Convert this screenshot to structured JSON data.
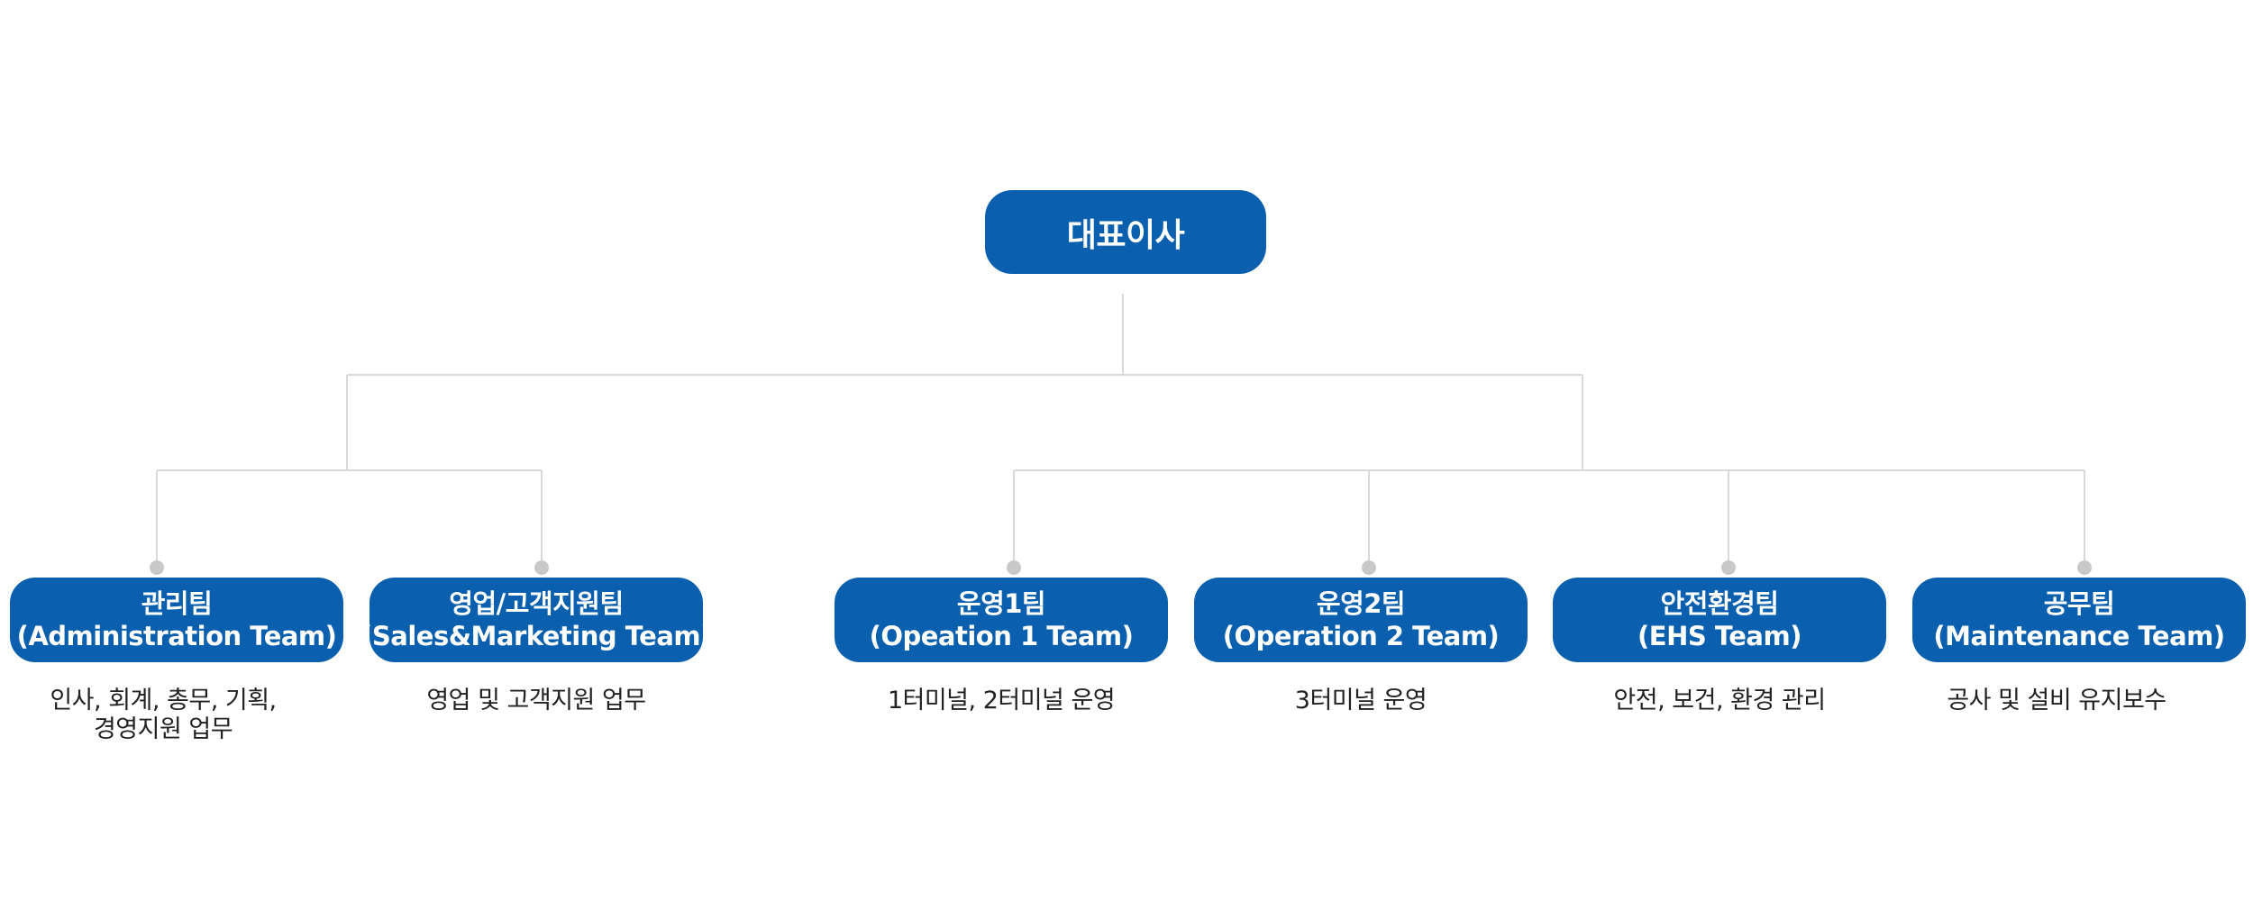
{
  "ceo": {
    "label": "대표이사"
  },
  "teams": [
    {
      "name_ko": "관리팀",
      "name_en": "(Administration Team)",
      "desc_lines": [
        "인사, 회계, 총무, 기획,",
        "경영지원 업무"
      ]
    },
    {
      "name_ko": "영업/고객지원팀",
      "name_en": "(Sales&Marketing Team)",
      "desc_lines": [
        "영업 및 고객지원 업무"
      ]
    },
    {
      "name_ko": "운영1팀",
      "name_en": "(Opeation 1 Team)",
      "desc_lines": [
        "1터미널, 2터미널 운영"
      ]
    },
    {
      "name_ko": "운영2팀",
      "name_en": "(Operation 2 Team)",
      "desc_lines": [
        "3터미널 운영"
      ]
    },
    {
      "name_ko": "안전환경팀",
      "name_en": "(EHS Team)",
      "desc_lines": [
        "안전, 보건, 환경 관리"
      ]
    },
    {
      "name_ko": "공무팀",
      "name_en": "(Maintenance Team)",
      "desc_lines": [
        "공사 및 설비 유지보수"
      ]
    }
  ],
  "colors": {
    "box_fill": "#0a5fae",
    "box_text": "#ffffff",
    "connector": "#d9d9d9",
    "node_dot": "#c8c8c8",
    "desc_text": "#222222"
  }
}
